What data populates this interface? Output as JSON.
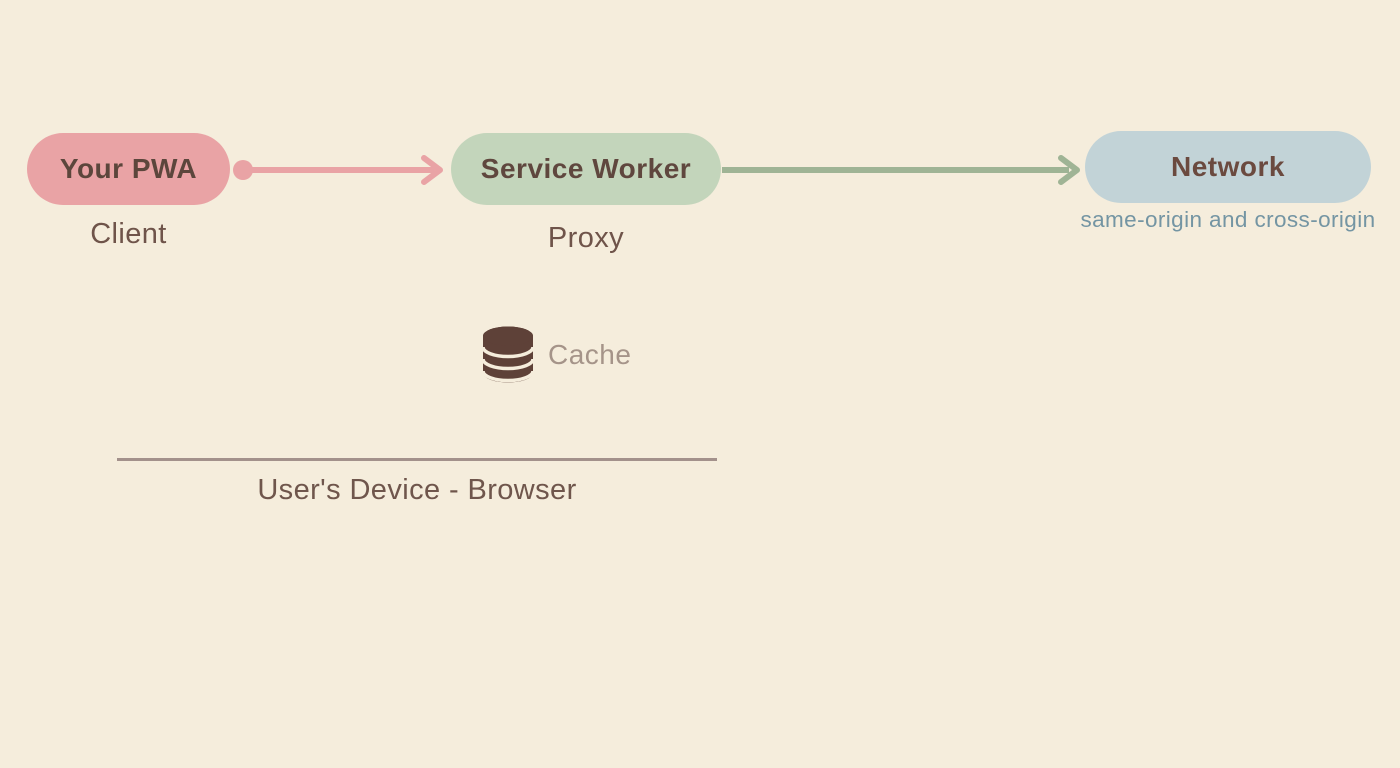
{
  "canvas": {
    "background": "#f5eddc"
  },
  "nodes": {
    "pwa": {
      "label": "Your PWA",
      "sublabel": "Client",
      "fill": "#e9a3a5",
      "label_color": "#5c463c",
      "sublabel_color": "#6f544a"
    },
    "service_worker": {
      "label": "Service Worker",
      "sublabel": "Proxy",
      "fill": "#c3d5bb",
      "label_color": "#5f473e",
      "sublabel_color": "#6f544a"
    },
    "network": {
      "label": "Network",
      "sublabel": "same-origin and cross-origin",
      "fill": "#c2d3d7",
      "label_color": "#6b4a3f",
      "sublabel_color": "#7495a3"
    }
  },
  "arrows": {
    "pwa_to_sw": {
      "color": "#e9a3a5"
    },
    "sw_to_network": {
      "color": "#9fb495"
    }
  },
  "cache": {
    "label": "Cache",
    "icon": "database-icon",
    "icon_color": "#5e4138",
    "label_color": "#a59489"
  },
  "device_boundary": {
    "label": "User's Device - Browser",
    "line_color": "#a3918b",
    "label_color": "#6f564c"
  }
}
